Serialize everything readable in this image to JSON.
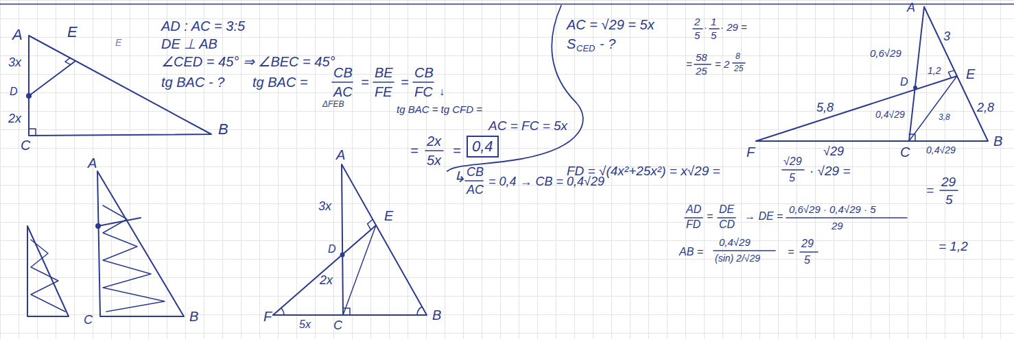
{
  "diagram": {
    "nodes": [
      {
        "text": [
          "0,4"
        ]
      }
    ],
    "labels": [
      "A",
      "E",
      "E",
      "3x",
      "D",
      "2x",
      "C",
      "B",
      "AD : AC = 3:5",
      "DE ⊥ AB",
      "∠CED = 45° ⇒ ∠BEC = 45°",
      "tg BAC - ?",
      "tg BAC =",
      "CB",
      "AC",
      "=",
      "BE",
      "FE",
      "=",
      "CB",
      "FC",
      "ΔFEB",
      "↓",
      "tg BAC = tg CFD =",
      "=",
      "2x",
      "5x",
      "=",
      "AC = FC = 5x",
      "↳",
      "CB",
      "AC",
      "= 0,4 → CB = 0,4√29",
      "A",
      "3x",
      "E",
      "D",
      "2x",
      "F",
      "C",
      "B",
      "5x",
      "A",
      "C",
      "B",
      "AC = √29 = 5x",
      "S",
      "CED",
      "- ?",
      "2",
      "5",
      "·",
      "1",
      "5",
      "· 29 =",
      "=",
      "58",
      "25",
      "= 2",
      "8",
      "25",
      "A",
      "3",
      "E",
      "2,8",
      "0,6√29",
      "D",
      "1,2",
      "5,8",
      "0,4√29",
      "3,8",
      "F",
      "√29",
      "C",
      "0,4√29",
      "B",
      "FD = √(4x²+25x²) = x√29 =",
      "√29",
      "5",
      "· √29 =",
      "=",
      "29",
      "5",
      "AD",
      "FD",
      "=",
      "DE",
      "CD",
      "→ DE =",
      "0,6√29 · 0,4√29 · 5",
      "29",
      "= 1,2",
      "AB =",
      "0,4√29",
      "(sin) 2/√29",
      "=",
      "29",
      "5"
    ]
  }
}
